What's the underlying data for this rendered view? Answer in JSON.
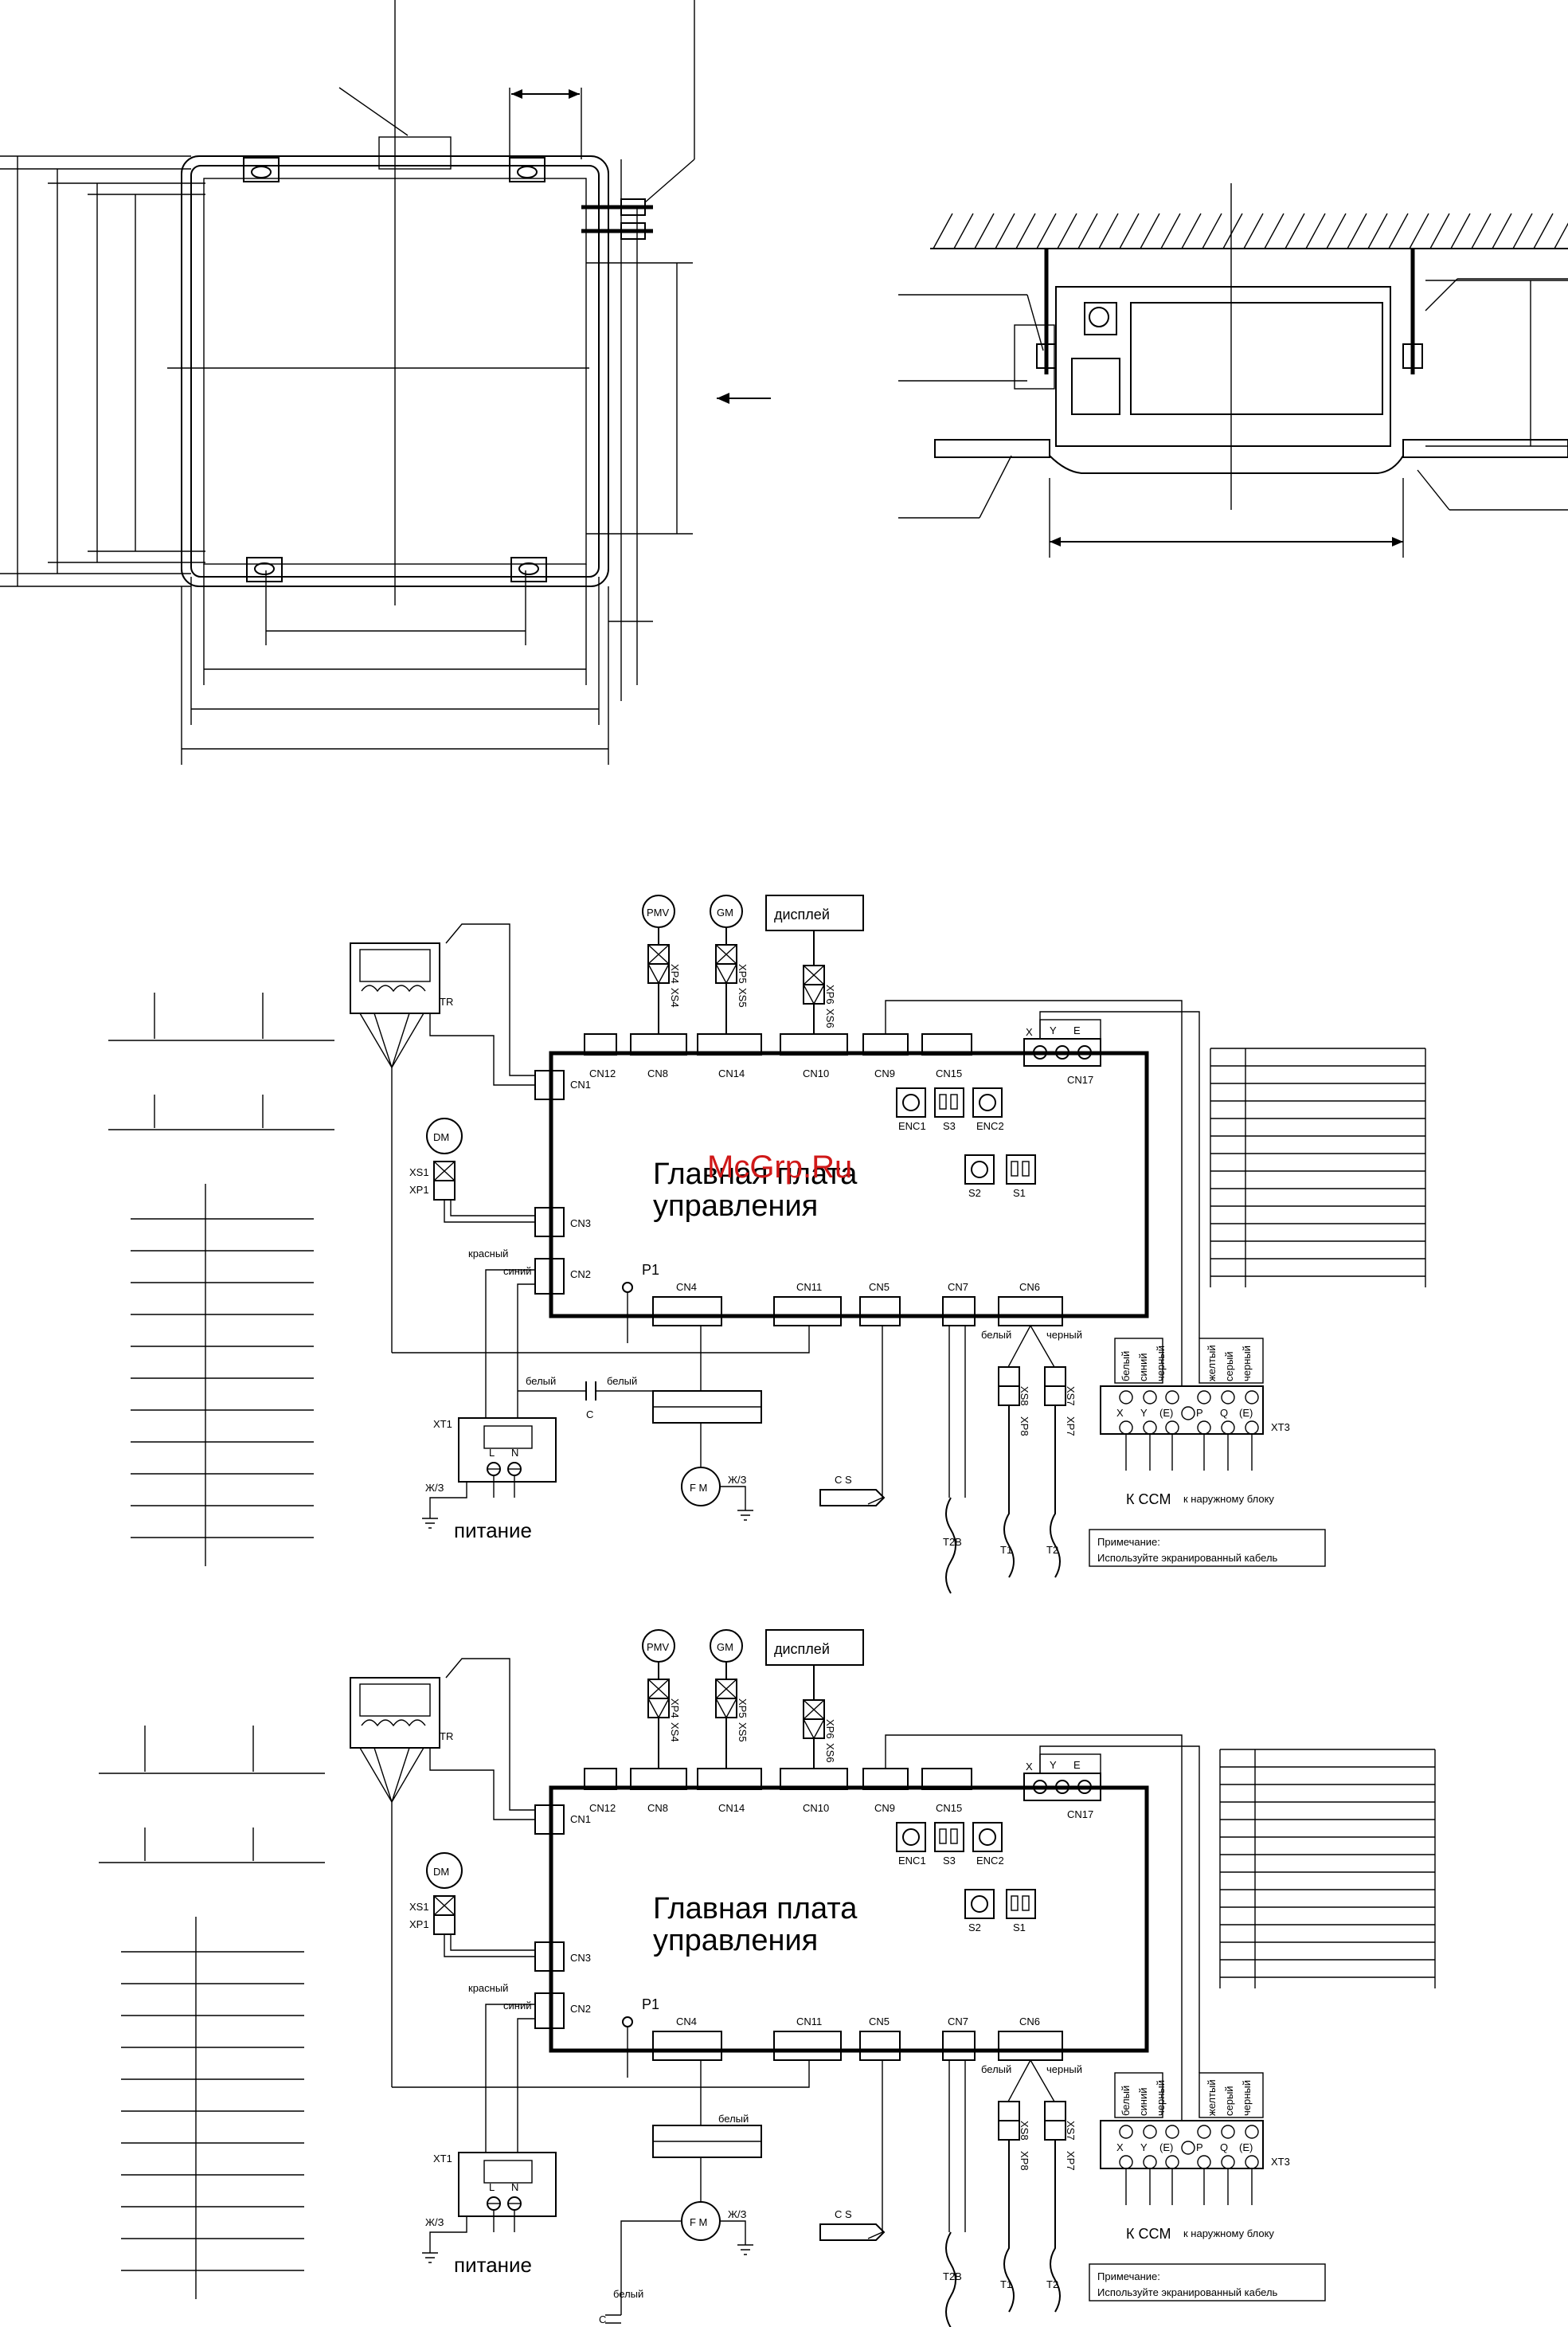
{
  "watermark": "McGrp.Ru",
  "diagrams": [
    {
      "board_title_1": "Главная плата",
      "board_title_2": "управления",
      "display": "дисплей",
      "motors": {
        "pmv": "PMV",
        "gm": "GM",
        "dm": "DM",
        "fm": "F M"
      },
      "connectors": {
        "cn1": "CN1",
        "cn2": "CN2",
        "cn3": "CN3",
        "cn4": "CN4",
        "cn5": "CN5",
        "cn6": "CN6",
        "cn7": "CN7",
        "cn8": "CN8",
        "cn9": "CN9",
        "cn10": "CN10",
        "cn11": "CN11",
        "cn12": "CN12",
        "cn14": "CN14",
        "cn15": "CN15",
        "cn17": "CN17"
      },
      "plugs": {
        "xp4": "XP4",
        "xs4": "XS4",
        "xp5": "XP5",
        "xs5": "XS5",
        "xp6": "XP6",
        "xs6": "XS6",
        "xs1": "XS1",
        "xp1": "XP1",
        "xs8": "XS8",
        "xp8": "XP8",
        "xp7": "XP7",
        "xs7": "XS7"
      },
      "switches": {
        "enc1": "ENC1",
        "s3": "S3",
        "enc2": "ENC2",
        "s2": "S2",
        "s1": "S1"
      },
      "tr": "TR",
      "p1": "P1",
      "terminals": {
        "x": "X",
        "y": "Y",
        "e": "E",
        "pe": "(E)",
        "p": "P",
        "q": "Q",
        "xt3": "XT3",
        "xt1": "XT1",
        "l": "L",
        "n": "N"
      },
      "wire_colors": {
        "red": "красный",
        "blue": "синий",
        "white": "белый",
        "black": "черный",
        "yellow": "желтый",
        "gray": "серый"
      },
      "capacitor": "C",
      "cs": "C S",
      "sensors": {
        "t2b": "T2B",
        "t1": "T1",
        "t2": "T2"
      },
      "ground": "Ж/З",
      "power": "питание",
      "to_ccm": "К  CCM",
      "to_outdoor": "к наружному блоку",
      "note_title": "Примечание:",
      "note_text": "Используйте экранированный кабель"
    },
    {
      "board_title_1": "Главная плата",
      "board_title_2": "управления",
      "display": "дисплей",
      "motors": {
        "pmv": "PMV",
        "gm": "GM",
        "dm": "DM",
        "fm": "F M"
      },
      "connectors": {
        "cn1": "CN1",
        "cn2": "CN2",
        "cn3": "CN3",
        "cn4": "CN4",
        "cn5": "CN5",
        "cn6": "CN6",
        "cn7": "CN7",
        "cn8": "CN8",
        "cn9": "CN9",
        "cn10": "CN10",
        "cn11": "CN11",
        "cn12": "CN12",
        "cn14": "CN14",
        "cn15": "CN15",
        "cn17": "CN17"
      },
      "plugs": {
        "xp4": "XP4",
        "xs4": "XS4",
        "xp5": "XP5",
        "xs5": "XS5",
        "xp6": "XP6",
        "xs6": "XS6",
        "xs1": "XS1",
        "xp1": "XP1",
        "xs8": "XS8",
        "xp8": "XP8",
        "xp7": "XP7",
        "xs7": "XS7"
      },
      "switches": {
        "enc1": "ENC1",
        "s3": "S3",
        "enc2": "ENC2",
        "s2": "S2",
        "s1": "S1"
      },
      "tr": "TR",
      "p1": "P1",
      "terminals": {
        "x": "X",
        "y": "Y",
        "e": "E",
        "pe": "(E)",
        "p": "P",
        "q": "Q",
        "xt3": "XT3",
        "xt1": "XT1",
        "l": "L",
        "n": "N"
      },
      "wire_colors": {
        "red": "красный",
        "blue": "синий",
        "white": "белый",
        "black": "черный",
        "yellow": "желтый",
        "gray": "серый"
      },
      "capacitor": "C",
      "cs": "C S",
      "sensors": {
        "t2b": "T2B",
        "t1": "T1",
        "t2": "T2"
      },
      "ground": "Ж/З",
      "power": "питание",
      "to_ccm": "К  CCM",
      "to_outdoor": "к наружному блоку",
      "note_title": "Примечание:",
      "note_text": "Используйте экранированный кабель"
    }
  ]
}
